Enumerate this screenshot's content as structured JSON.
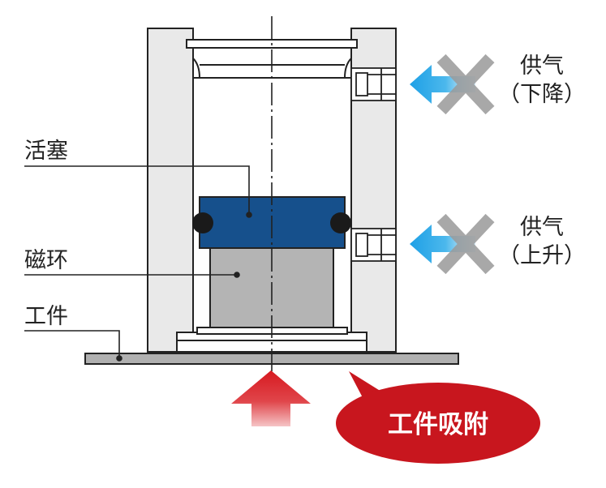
{
  "labels": {
    "piston": "活塞",
    "magnetic_ring": "磁环",
    "workpiece": "工件"
  },
  "ports": [
    {
      "line1": "供气",
      "line2": "（下降）"
    },
    {
      "line1": "供气",
      "line2": "（上升）"
    }
  ],
  "badge": {
    "text": "工件吸附"
  },
  "colors": {
    "piston": "#16508c",
    "magnet": "#b4b4b4",
    "workpiece": "#b0b0b0",
    "air_arrow": "#23a6e6",
    "blocked_cross": "#9a9a9a",
    "attraction_arrow": "#d71920",
    "badge": "#c8161e",
    "outline": "#222222"
  },
  "icons": [
    "air-supply-arrow-icon",
    "blocked-cross-icon",
    "attraction-arrow-icon"
  ]
}
